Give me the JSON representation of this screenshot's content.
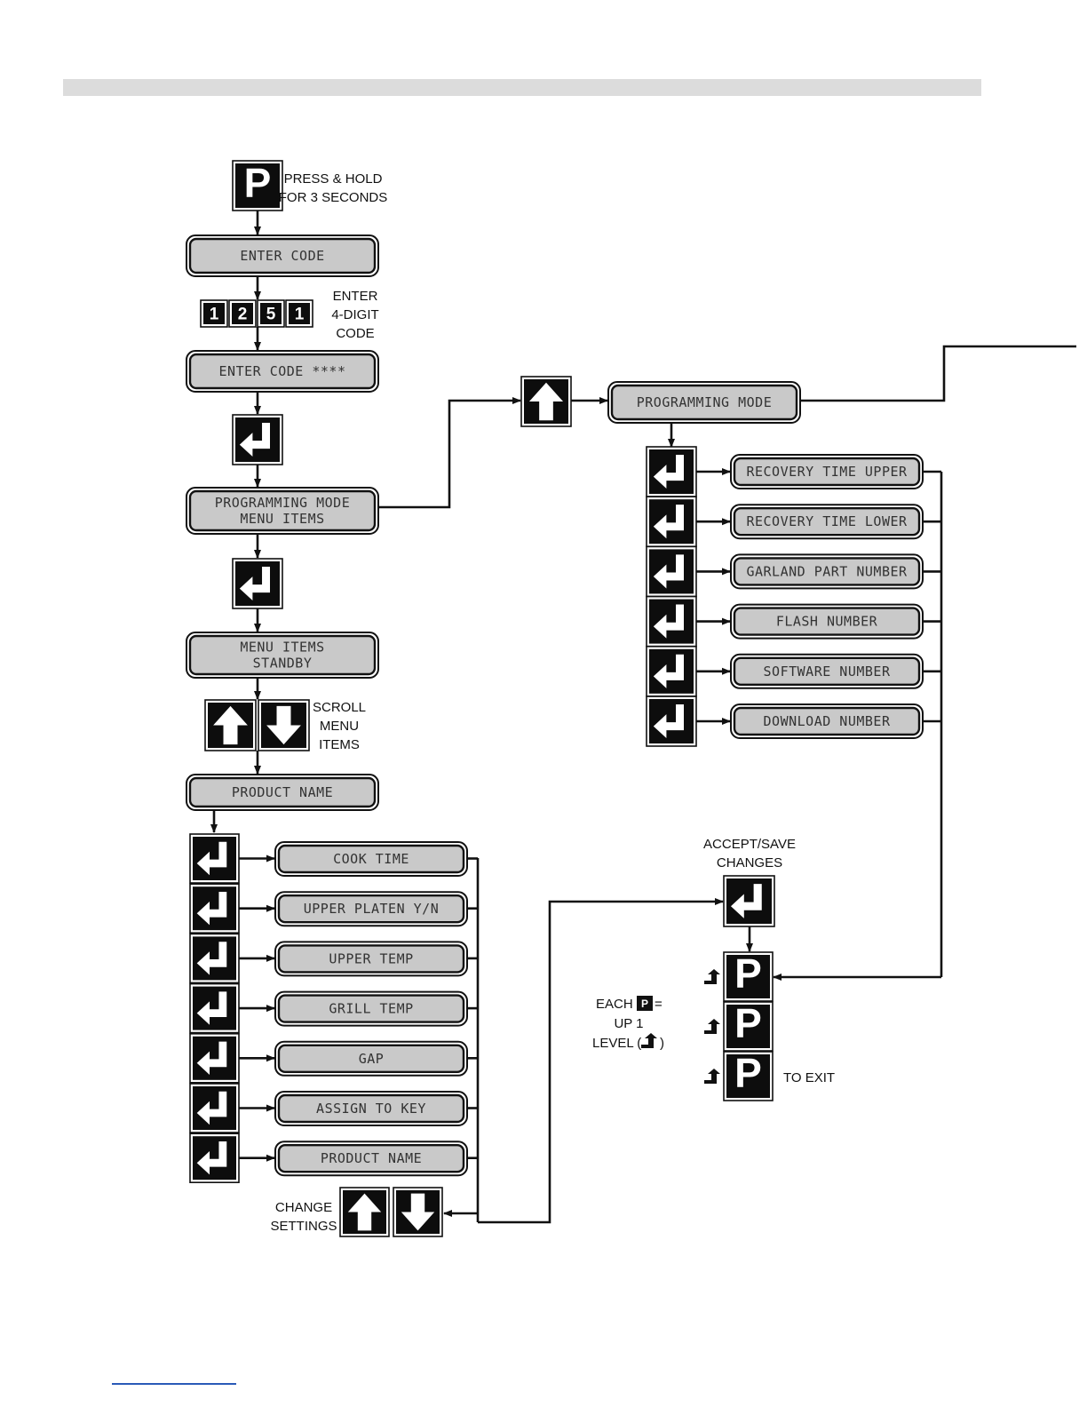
{
  "press_hold": [
    "PRESS & HOLD",
    "FOR 3 SECONDS"
  ],
  "lcd": {
    "enter_code": [
      "ENTER CODE"
    ],
    "enter_code_stars": [
      "ENTER CODE ****"
    ],
    "programming_mode_menu": [
      "PROGRAMMING MODE",
      "MENU ITEMS"
    ],
    "menu_items_standby": [
      "MENU ITEMS",
      "STANDBY"
    ],
    "product_name_top": [
      "PRODUCT NAME"
    ],
    "programming_mode": [
      "PROGRAMMING MODE"
    ]
  },
  "code_keys": [
    "1",
    "2",
    "5",
    "1"
  ],
  "enter_code_note": [
    "ENTER",
    "4-DIGIT",
    "CODE"
  ],
  "scroll_note": [
    "SCROLL",
    "MENU",
    "ITEMS"
  ],
  "menu_settings": [
    "COOK TIME",
    "UPPER PLATEN Y/N",
    "UPPER TEMP",
    "GRILL TEMP",
    "GAP",
    "ASSIGN TO KEY",
    "PRODUCT NAME"
  ],
  "programming_items": [
    "RECOVERY TIME UPPER",
    "RECOVERY TIME LOWER",
    "GARLAND PART NUMBER",
    "FLASH NUMBER",
    "SOFTWARE NUMBER",
    "DOWNLOAD NUMBER"
  ],
  "change_settings_note": [
    "CHANGE",
    "SETTINGS"
  ],
  "accept_note": [
    "ACCEPT/SAVE",
    "CHANGES"
  ],
  "each_p_note": {
    "before": "EACH",
    "key": "P",
    "after": "=",
    "line2": "UP 1",
    "line3_before": "LEVEL (",
    "line3_after": ")"
  },
  "to_exit": "TO EXIT",
  "p_key_label": "P"
}
